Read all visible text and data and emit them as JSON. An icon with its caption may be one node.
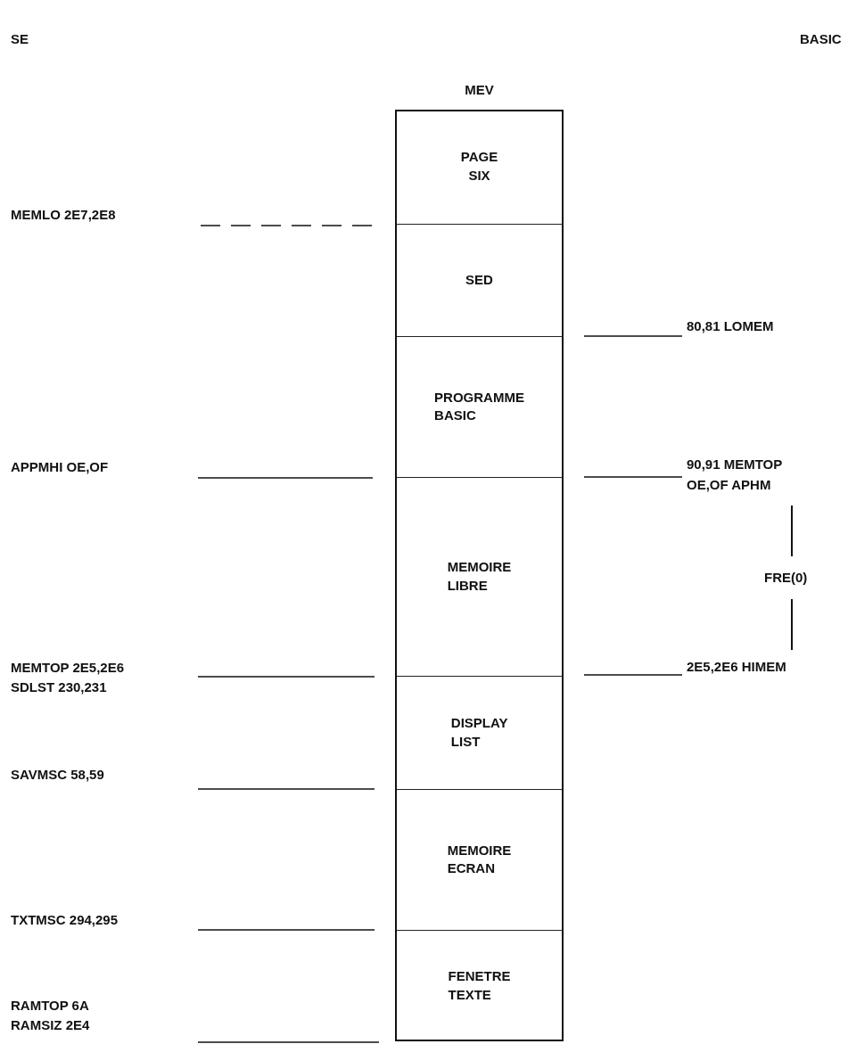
{
  "diagram": {
    "nodes": [
      {
        "text": [
          "MEV"
        ]
      },
      {
        "text": [
          "PAGE SIX"
        ],
        "in": 0
      },
      {
        "text": [
          "SED"
        ],
        "in": 0
      },
      {
        "text": [
          "PROGRAMME BASIC"
        ],
        "in": 0
      },
      {
        "text": [
          "MEMOIRE LIBRE"
        ],
        "in": 0
      },
      {
        "text": [
          "DISPLAY LIST"
        ],
        "in": 0
      },
      {
        "text": [
          "MEMOIRE ECRAN"
        ],
        "in": 0
      },
      {
        "text": [
          "FENETRE TEXTE"
        ],
        "in": 0
      }
    ],
    "labels": [
      "SE",
      "BASIC",
      "MEMLO 2E7,2E8",
      "80,81 LOMEM",
      "APPMHI OE,OF",
      "90,91 MEMTOP",
      "OE,OF APHM",
      "FRE(0)",
      "MEMTOP 2E5,2E6",
      "SDLST 230,231",
      "2E5,2E6 HIMEM",
      "SAVMSC 58,59",
      "TXTMSC 294,295",
      "RAMTOP 6A",
      "RAMSIZ 2E4"
    ]
  }
}
